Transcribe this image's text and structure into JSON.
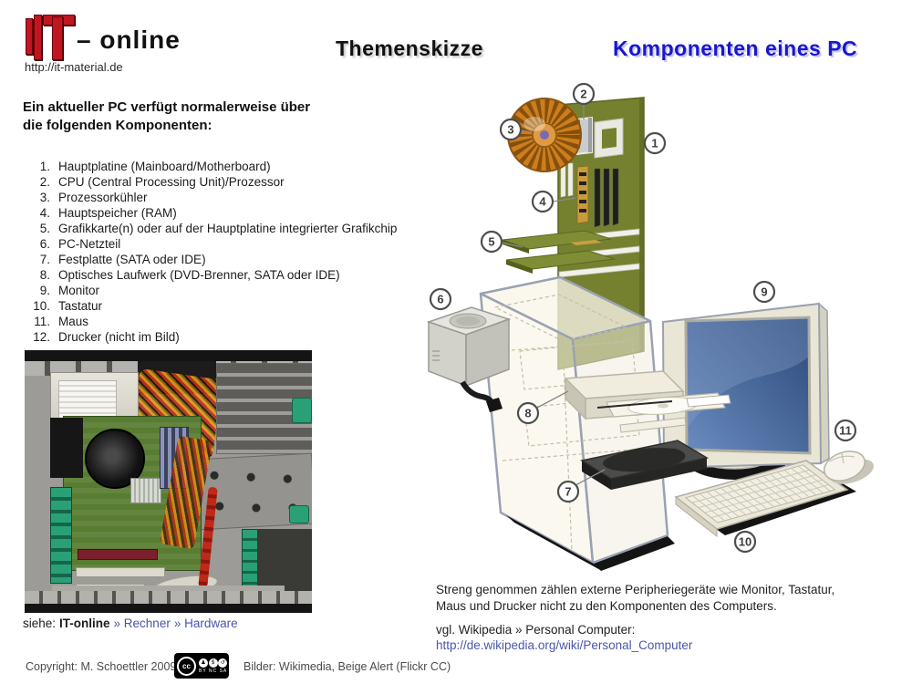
{
  "header": {
    "logo": {
      "text": "IT",
      "suffix": "– online",
      "url": "http://it-material.de"
    },
    "doc_type": "Themenskizze",
    "title": "Komponenten eines PC"
  },
  "intro": {
    "line1": "Ein aktueller PC verfügt normalerweise über",
    "line2": "die folgenden Komponenten:"
  },
  "components": [
    {
      "num": "1.",
      "label": "Hauptplatine (Mainboard/Motherboard)"
    },
    {
      "num": "2.",
      "label": "CPU (Central Processing Unit)/Prozessor"
    },
    {
      "num": "3.",
      "label": "Prozessorkühler"
    },
    {
      "num": "4.",
      "label": "Hauptspeicher (RAM)"
    },
    {
      "num": "5.",
      "label": "Grafikkarte(n) oder auf der Hauptplatine integrierter Grafikchip"
    },
    {
      "num": "6.",
      "label": "PC-Netzteil"
    },
    {
      "num": "7.",
      "label": "Festplatte (SATA oder IDE)"
    },
    {
      "num": "8.",
      "label": "Optisches Laufwerk (DVD-Brenner, SATA oder IDE)"
    },
    {
      "num": "9.",
      "label": "Monitor"
    },
    {
      "num": "10.",
      "label": "Tastatur"
    },
    {
      "num": "11.",
      "label": "Maus"
    },
    {
      "num": "12.",
      "label": "Drucker (nicht im Bild)"
    }
  ],
  "photo_caption": {
    "prefix": "siehe:",
    "brand": "IT-online",
    "link1": "» Rechner",
    "link2": "» Hardware"
  },
  "diagram": {
    "callouts": [
      {
        "num": "1",
        "label": "Hauptplatine"
      },
      {
        "num": "2",
        "label": "CPU"
      },
      {
        "num": "3",
        "label": "Prozessorkühler"
      },
      {
        "num": "4",
        "label": "Hauptspeicher (RAM)"
      },
      {
        "num": "5",
        "label": "Grafikkarten"
      },
      {
        "num": "6",
        "label": "PC-Netzteil"
      },
      {
        "num": "7",
        "label": "Festplatte"
      },
      {
        "num": "8",
        "label": "Optisches Laufwerk"
      },
      {
        "num": "9",
        "label": "Monitor"
      },
      {
        "num": "10",
        "label": "Tastatur"
      },
      {
        "num": "11",
        "label": "Maus"
      }
    ]
  },
  "notes": {
    "peripherals_line1": "Streng genommen zählen externe Peripheriegeräte wie Monitor, Tastatur,",
    "peripherals_line2": "Maus und Drucker nicht zu den Komponenten des Computers.",
    "wikipedia_label": "vgl. Wikipedia » Personal Computer:",
    "wikipedia_url": "http://de.wikipedia.org/wiki/Personal_Computer"
  },
  "footer": {
    "copyright": "Copyright: M. Schoettler 2009",
    "license_cc": "cc",
    "license_terms": "BY NC SA",
    "cc_icons": [
      "♟",
      "$",
      "↺"
    ],
    "credits": "Bilder:  Wikimedia, Beige Alert (Flickr CC)"
  },
  "colors": {
    "title_blue": "#1a17cf",
    "link_blue": "#4956a8",
    "logo_red": "#bf1622",
    "motherboard_green": "#75812f",
    "cooler_orange": "#c97a18",
    "screen_blue": "#38568c",
    "clip_green": "#2aa077"
  }
}
